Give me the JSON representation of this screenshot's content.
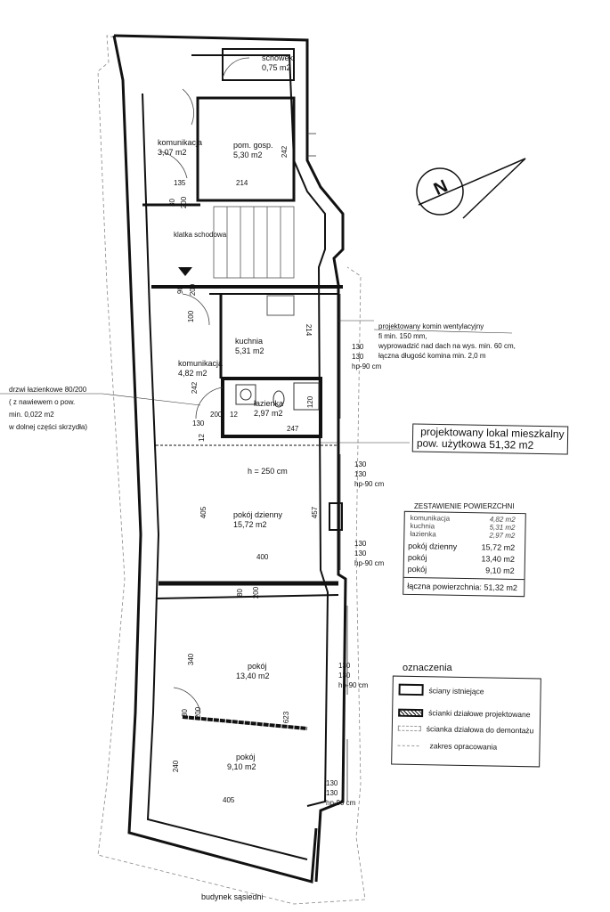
{
  "rooms": {
    "schowek": {
      "name": "schowek",
      "area": "0,75 m2"
    },
    "komunikacja_top": {
      "name": "komunikacja",
      "area": "3,07 m2"
    },
    "pom_gosp": {
      "name": "pom. gosp.",
      "area": "5,30 m2"
    },
    "klatka": {
      "name": "klatka schodowa"
    },
    "kuchnia": {
      "name": "kuchnia",
      "area": "5,31 m2"
    },
    "komunikacja": {
      "name": "komunikacja",
      "area": "4,82 m2"
    },
    "lazienka": {
      "name": "łazienka",
      "area": "2,97 m2"
    },
    "pokoj_dzienny": {
      "name": "pokój dzienny",
      "area": "15,72 m2",
      "height": "h = 250 cm"
    },
    "pokoj1": {
      "name": "pokój",
      "area": "13,40 m2"
    },
    "pokoj2": {
      "name": "pokój",
      "area": "9,10 m2"
    }
  },
  "dims": {
    "d242a": "242",
    "d214a": "214",
    "d135": "135",
    "d80a": "80",
    "d200a": "200",
    "d90": "90",
    "d200b": "200",
    "d100": "100",
    "d214b": "214",
    "d242b": "242",
    "d200c": "200",
    "d12a": "12",
    "d130a": "130",
    "d247": "247",
    "d120": "120",
    "d12b": "12",
    "d405a": "405",
    "d457": "457",
    "d400": "400",
    "d80b": "80",
    "d200d": "200",
    "d340": "340",
    "d623": "623",
    "d80c": "80",
    "d200e": "200",
    "d240": "240",
    "d405b": "405",
    "w1a": "130",
    "w1b": "130",
    "w1c": "hp-90 cm",
    "w2a": "130",
    "w2b": "130",
    "w2c": "hp-90 cm",
    "w3a": "130",
    "w3b": "130",
    "w3c": "hp-90 cm",
    "w4a": "130",
    "w4b": "130",
    "w4c": "hp-90 cm",
    "w5a": "130",
    "w5b": "130",
    "w5c": "hp-90 cm"
  },
  "notes": {
    "komin": [
      "projektowany komin wentylacyjny",
      "fi min. 150 mm,",
      "wyprowadzić nad dach na wys. min. 60 cm,",
      "łączna długość komina min. 2,0 m"
    ],
    "drzwi": [
      "drzwi łazienkowe 80/200",
      "( z nawiewem o pow.",
      "min. 0,022 m2",
      "w dolnej części skrzydła)"
    ],
    "lokal": [
      "projektowany lokal mieszkalny",
      "pow. użytkowa 51,32 m2"
    ],
    "neighbor": "budynek sąsiedni"
  },
  "summary": {
    "title": "ZESTAWIENIE POWIERZCHNI",
    "rows": [
      {
        "label": "komunikacja",
        "value": "4,82 m2"
      },
      {
        "label": "kuchnia",
        "value": "5,31 m2"
      },
      {
        "label": "łazienka",
        "value": "2,97 m2"
      },
      {
        "label": "pokój dzienny",
        "value": "15,72 m2"
      },
      {
        "label": "pokój",
        "value": "13,40 m2"
      },
      {
        "label": "pokój",
        "value": "9,10 m2"
      }
    ],
    "total": "łączna powierzchnia: 51,32 m2"
  },
  "legend": {
    "title": "oznaczenia",
    "items": [
      "ściany istniejące",
      "ścianki działowe projektowane",
      "ścianka działowa do demontażu",
      "zakres opracowania"
    ]
  },
  "north": "N"
}
